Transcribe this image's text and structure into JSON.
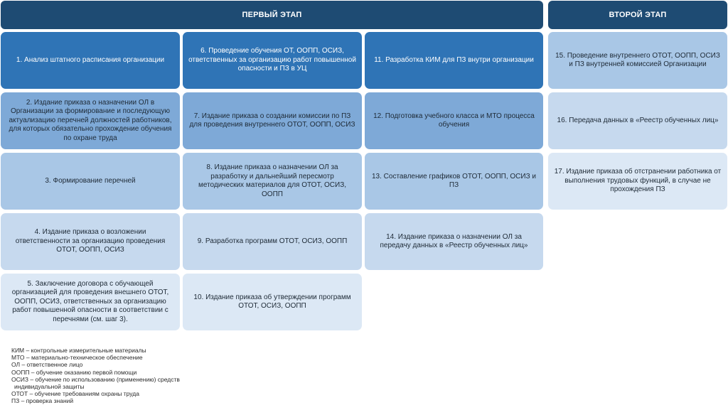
{
  "headers": {
    "stage1": "ПЕРВЫЙ ЭТАП",
    "stage2": "ВТОРОЙ ЭТАП"
  },
  "steps": {
    "s1": "1. Анализ штатного расписания организации",
    "s2": "2. Издание приказа о назначении ОЛ в Организации за формирование и последующую актуализацию перечней должностей работников, для которых обязательно прохождение обучения по охране труда",
    "s3": "3. Формирование перечней",
    "s4": "4. Издание приказа о возложении ответственности за организацию проведения ОТОТ, ООПП, ОСИЗ",
    "s5": "5. Заключение договора с обучающей организацией для проведения внешнего ОТОТ, ООПП, ОСИЗ, ответственных за организацию работ повышенной опасности в соответствии с перечнями (см. шаг 3).",
    "s6": "6. Проведение обучения ОТ, ООПП, ОСИЗ, ответственных за организацию работ повышенной опасности и ПЗ в УЦ",
    "s7": "7. Издание приказа о создании комиссии по ПЗ для проведения внутреннего ОТОТ, ООПП, ОСИЗ",
    "s8": "8. Издание приказа о назначении ОЛ за разработку и дальнейший пересмотр методических материалов для ОТОТ, ОСИЗ, ООПП",
    "s9": "9. Разработка программ ОТОТ, ОСИЗ, ООПП",
    "s10": "10. Издание приказа об утверждении программ ОТОТ, ОСИЗ, ООПП",
    "s11": "11. Разработка КИМ для ПЗ внутри организации",
    "s12": "12. Подготовка учебного класса и МТО процесса обучения",
    "s13": "13. Составление графиков ОТОТ, ООПП, ОСИЗ и ПЗ",
    "s14": "14. Издание приказа о назначении ОЛ за передачу данных в «Реестр обученных лиц»",
    "s15": "15. Проведение внутреннего ОТОТ, ООПП, ОСИЗ и ПЗ внутренней комиссией Организации",
    "s16": "16. Передача данных в «Реестр обученных лиц»",
    "s17": "17. Издание приказа об отстранении работника от выполнения трудовых функций, в случае не прохождения ПЗ"
  },
  "legend": [
    "КИМ – контрольные измерительные материалы",
    "МТО – материально-техническое обеспечение",
    "ОЛ – ответственное лицо",
    "ООПП – обучение оказанию первой помощи",
    "ОСИЗ – обучение по использованию (применению) средств",
    "индивидуальной защиты",
    "ОТОТ – обучение требованиям охраны труда",
    "ПЗ – проверка знаний"
  ],
  "colors": {
    "header": "#1e4b73",
    "level1": "#2f74b6",
    "level2": "#7ea9d7",
    "level3": "#a9c7e6",
    "level4": "#c6d9ee",
    "level5": "#dce8f5"
  }
}
